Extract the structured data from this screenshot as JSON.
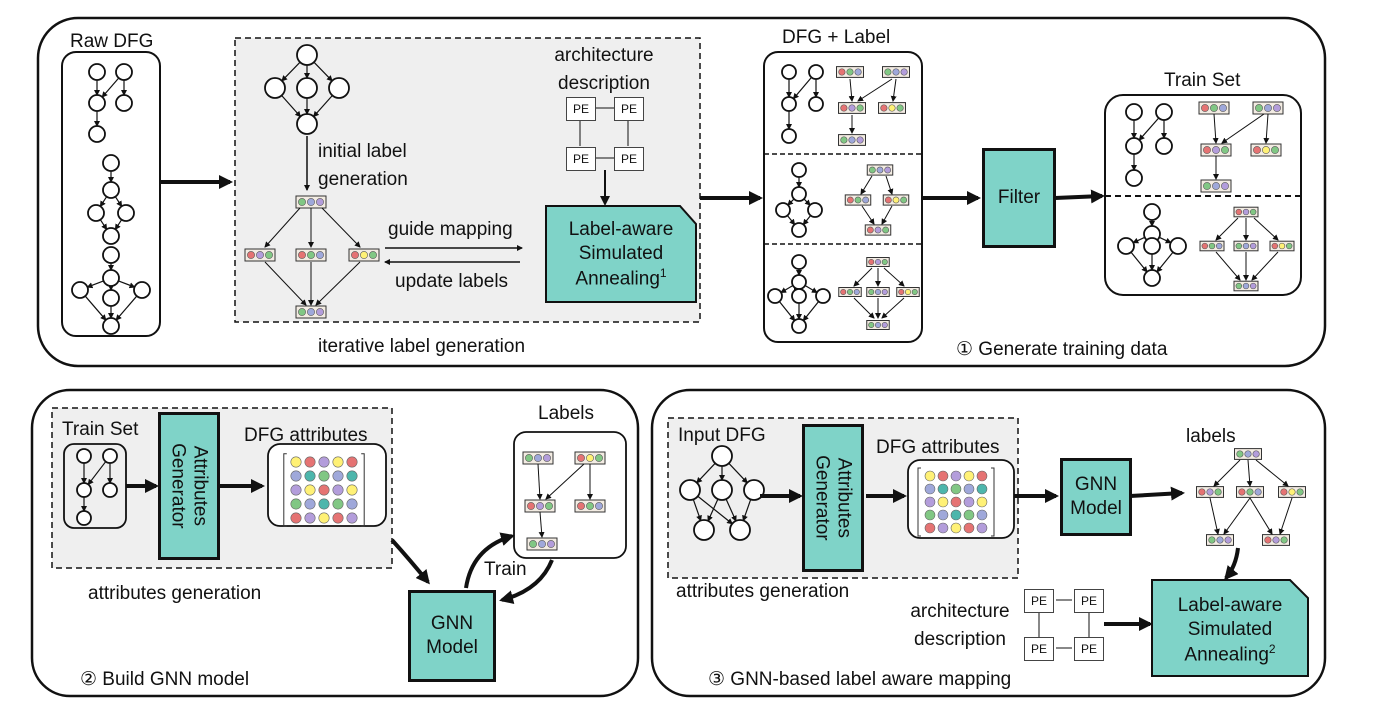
{
  "step1": {
    "caption": "① Generate training data",
    "raw_dfg": "Raw DFG",
    "initial_label_generation": [
      "initial label",
      "generation"
    ],
    "architecture_description": [
      "architecture",
      "description"
    ],
    "pe_label": "PE",
    "guide_mapping": "guide mapping",
    "update_labels": "update labels",
    "sa_box": [
      "Label-aware",
      "Simulated",
      "Annealing"
    ],
    "sa_superscript": "1",
    "iterative_label_generation": "iterative label generation",
    "dfg_label": "DFG + Label",
    "filter": "Filter",
    "train_set": "Train Set"
  },
  "step2": {
    "caption": "② Build GNN model",
    "train_set": "Train Set",
    "attributes_generator": [
      "Attributes",
      "Generator"
    ],
    "dfg_attributes": "DFG attributes",
    "attributes_generation": "attributes generation",
    "labels": "Labels",
    "train": "Train",
    "gnn_model": [
      "GNN",
      "Model"
    ]
  },
  "step3": {
    "caption": "③ GNN-based  label aware mapping",
    "input_dfg": "Input DFG",
    "attributes_generator": [
      "Attributes",
      "Generator"
    ],
    "dfg_attributes": "DFG attributes",
    "attributes_generation": "attributes generation",
    "gnn_model": [
      "GNN",
      "Model"
    ],
    "labels": "labels",
    "architecture_description": [
      "architecture",
      "description"
    ],
    "pe_label": "PE",
    "sa_box": [
      "Label-aware",
      "Simulated",
      "Annealing"
    ],
    "sa_superscript": "2"
  },
  "colors": {
    "teal": "#7fd3c8",
    "gray_panel": "#efefef",
    "dot_red": "#e57373",
    "dot_green": "#81c784",
    "dot_blue": "#9fa8da",
    "dot_purple": "#b39ddb",
    "dot_yellow": "#fff176",
    "dot_teal": "#4db6ac"
  }
}
